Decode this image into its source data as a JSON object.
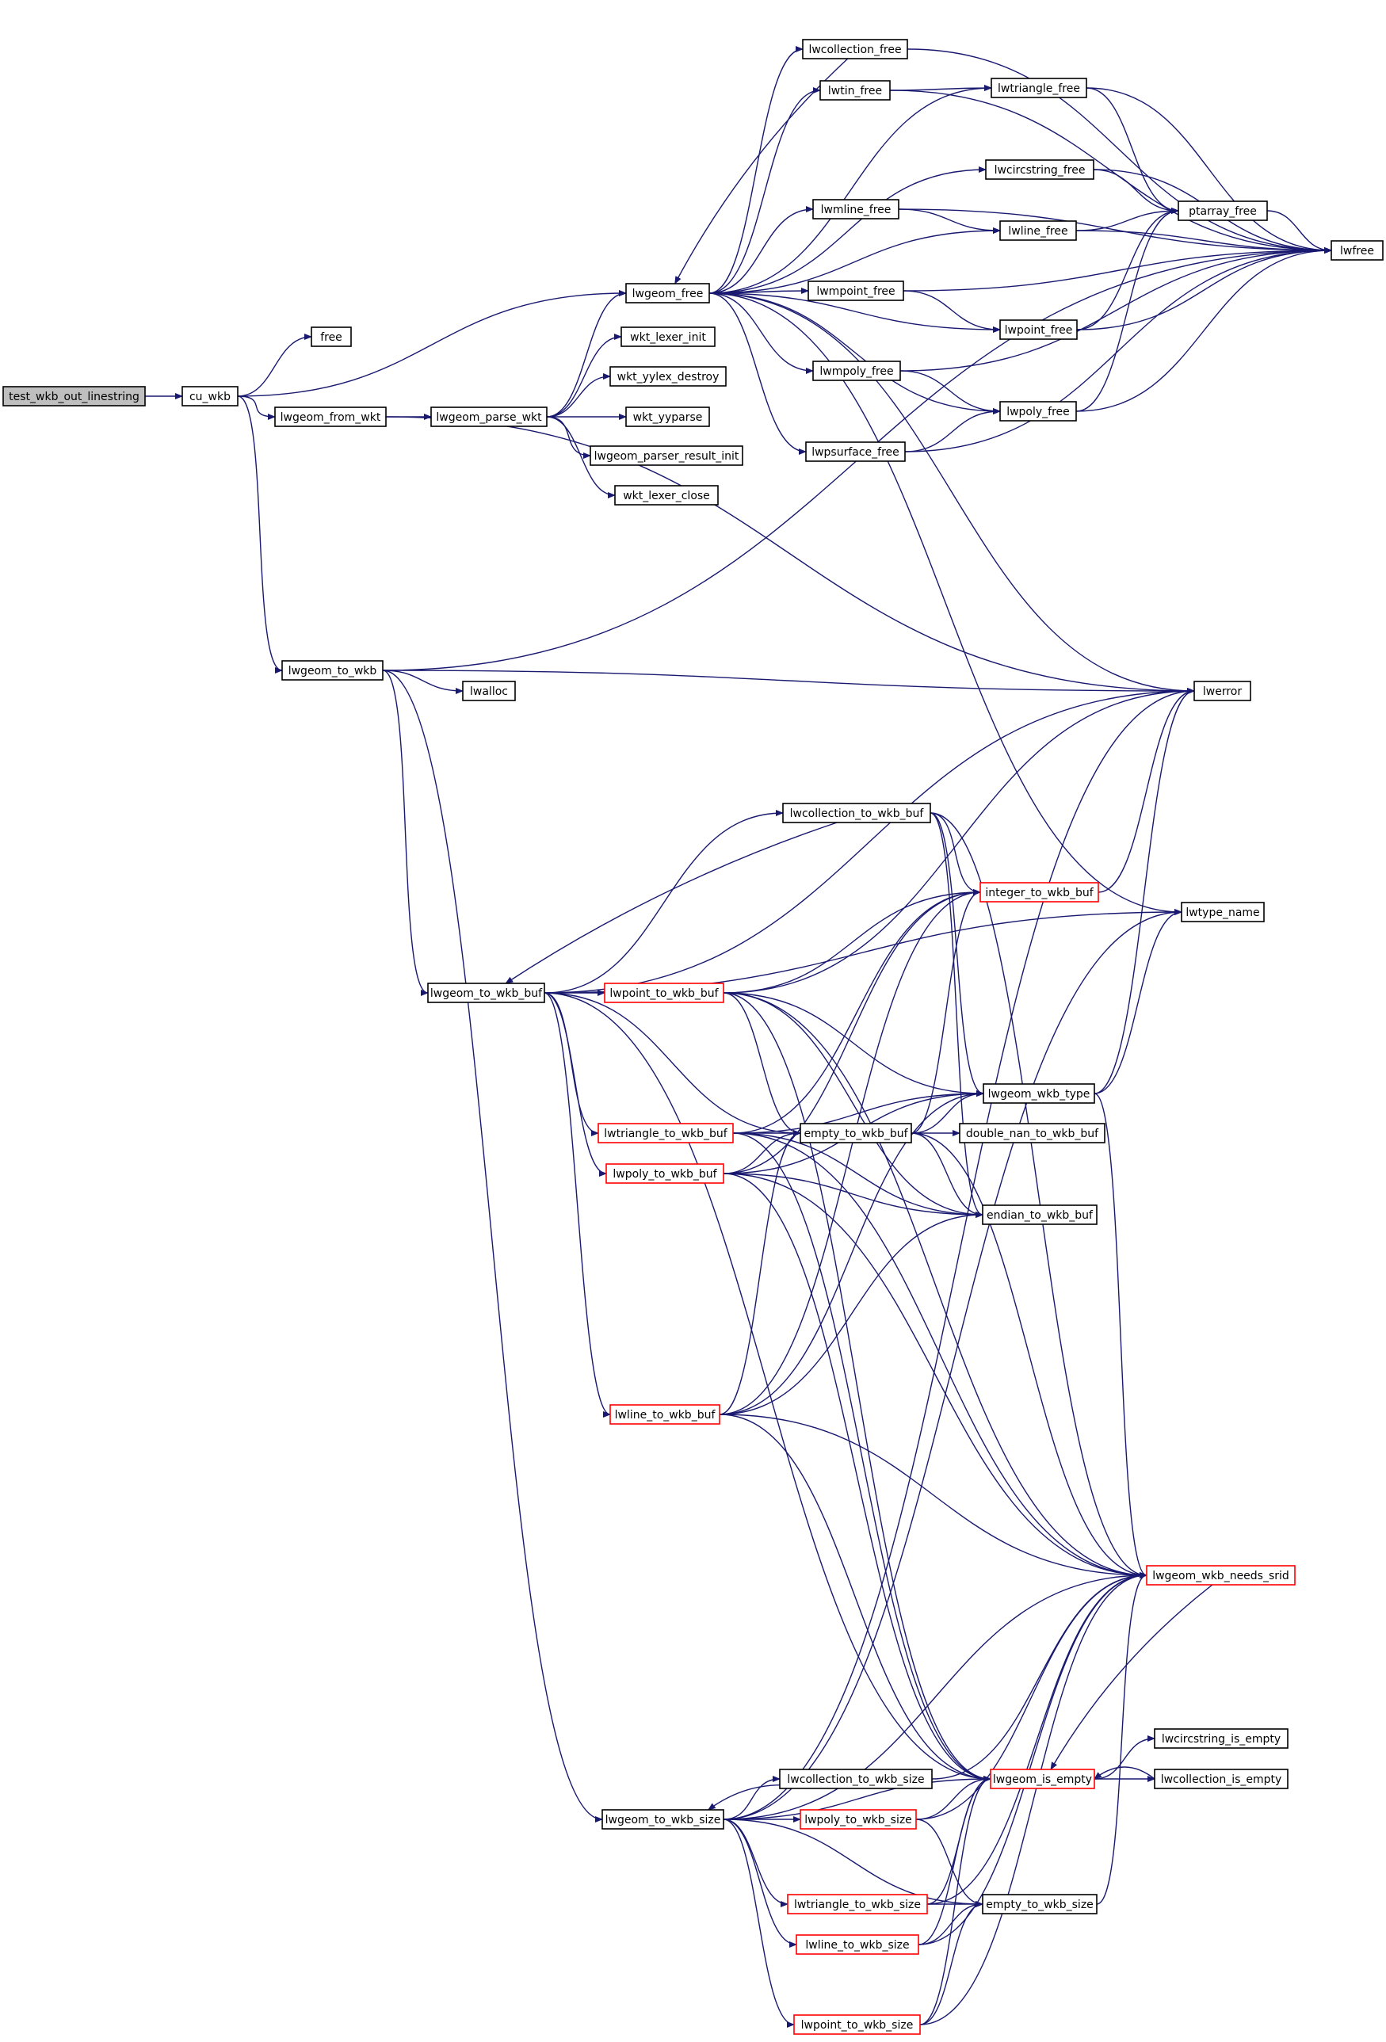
{
  "colors": {
    "edge": "#191970",
    "arrow": "#191970",
    "node_border": "#000000",
    "truncated_border": "#ff0000",
    "root_fill": "#bfbfbf",
    "background": "#ffffff"
  },
  "nodes": [
    {
      "id": "test_wkb_out_linestring",
      "label": "test_wkb_out_linestring",
      "root": true
    },
    {
      "id": "cu_wkb",
      "label": "cu_wkb"
    },
    {
      "id": "free",
      "label": "free"
    },
    {
      "id": "lwgeom_from_wkt",
      "label": "lwgeom_from_wkt"
    },
    {
      "id": "lwgeom_free",
      "label": "lwgeom_free"
    },
    {
      "id": "lwgeom_to_wkb",
      "label": "lwgeom_to_wkb"
    },
    {
      "id": "lwgeom_parse_wkt",
      "label": "lwgeom_parse_wkt"
    },
    {
      "id": "wkt_lexer_init",
      "label": "wkt_lexer_init"
    },
    {
      "id": "wkt_yylex_destroy",
      "label": "wkt_yylex_destroy"
    },
    {
      "id": "wkt_yyparse",
      "label": "wkt_yyparse"
    },
    {
      "id": "lwgeom_parser_result_init",
      "label": "lwgeom_parser_result_init"
    },
    {
      "id": "wkt_lexer_close",
      "label": "wkt_lexer_close"
    },
    {
      "id": "lwcollection_free",
      "label": "lwcollection_free"
    },
    {
      "id": "lwtin_free",
      "label": "lwtin_free"
    },
    {
      "id": "lwtriangle_free",
      "label": "lwtriangle_free"
    },
    {
      "id": "lwcircstring_free",
      "label": "lwcircstring_free"
    },
    {
      "id": "lwmline_free",
      "label": "lwmline_free"
    },
    {
      "id": "lwline_free",
      "label": "lwline_free"
    },
    {
      "id": "ptarray_free",
      "label": "ptarray_free"
    },
    {
      "id": "lwfree",
      "label": "lwfree"
    },
    {
      "id": "lwmpoint_free",
      "label": "lwmpoint_free"
    },
    {
      "id": "lwpoint_free",
      "label": "lwpoint_free"
    },
    {
      "id": "lwmpoly_free",
      "label": "lwmpoly_free"
    },
    {
      "id": "lwpoly_free",
      "label": "lwpoly_free"
    },
    {
      "id": "lwpsurface_free",
      "label": "lwpsurface_free"
    },
    {
      "id": "lwerror",
      "label": "lwerror"
    },
    {
      "id": "lwalloc",
      "label": "lwalloc"
    },
    {
      "id": "lwcollection_to_wkb_buf",
      "label": "lwcollection_to_wkb_buf"
    },
    {
      "id": "integer_to_wkb_buf",
      "label": "integer_to_wkb_buf",
      "truncated": true
    },
    {
      "id": "lwtype_name",
      "label": "lwtype_name"
    },
    {
      "id": "lwgeom_to_wkb_buf",
      "label": "lwgeom_to_wkb_buf"
    },
    {
      "id": "lwpoint_to_wkb_buf",
      "label": "lwpoint_to_wkb_buf",
      "truncated": true
    },
    {
      "id": "lwgeom_wkb_type",
      "label": "lwgeom_wkb_type"
    },
    {
      "id": "lwtriangle_to_wkb_buf",
      "label": "lwtriangle_to_wkb_buf",
      "truncated": true
    },
    {
      "id": "empty_to_wkb_buf",
      "label": "empty_to_wkb_buf"
    },
    {
      "id": "double_nan_to_wkb_buf",
      "label": "double_nan_to_wkb_buf"
    },
    {
      "id": "lwpoly_to_wkb_buf",
      "label": "lwpoly_to_wkb_buf",
      "truncated": true
    },
    {
      "id": "endian_to_wkb_buf",
      "label": "endian_to_wkb_buf"
    },
    {
      "id": "lwline_to_wkb_buf",
      "label": "lwline_to_wkb_buf",
      "truncated": true
    },
    {
      "id": "lwgeom_wkb_needs_srid",
      "label": "lwgeom_wkb_needs_srid",
      "truncated": true
    },
    {
      "id": "lwcircstring_is_empty",
      "label": "lwcircstring_is_empty"
    },
    {
      "id": "lwcollection_to_wkb_size",
      "label": "lwcollection_to_wkb_size"
    },
    {
      "id": "lwgeom_is_empty",
      "label": "lwgeom_is_empty",
      "truncated": true
    },
    {
      "id": "lwcollection_is_empty",
      "label": "lwcollection_is_empty"
    },
    {
      "id": "lwgeom_to_wkb_size",
      "label": "lwgeom_to_wkb_size"
    },
    {
      "id": "lwpoly_to_wkb_size",
      "label": "lwpoly_to_wkb_size",
      "truncated": true
    },
    {
      "id": "lwtriangle_to_wkb_size",
      "label": "lwtriangle_to_wkb_size",
      "truncated": true
    },
    {
      "id": "empty_to_wkb_size",
      "label": "empty_to_wkb_size"
    },
    {
      "id": "lwline_to_wkb_size",
      "label": "lwline_to_wkb_size",
      "truncated": true
    },
    {
      "id": "lwpoint_to_wkb_size",
      "label": "lwpoint_to_wkb_size",
      "truncated": true
    }
  ],
  "edges": [
    [
      "test_wkb_out_linestring",
      "cu_wkb"
    ],
    [
      "cu_wkb",
      "free"
    ],
    [
      "cu_wkb",
      "lwgeom_free"
    ],
    [
      "cu_wkb",
      "lwgeom_from_wkt"
    ],
    [
      "cu_wkb",
      "lwgeom_to_wkb"
    ],
    [
      "lwgeom_from_wkt",
      "lwgeom_parse_wkt"
    ],
    [
      "lwgeom_from_wkt",
      "lwerror"
    ],
    [
      "lwgeom_parse_wkt",
      "lwgeom_free"
    ],
    [
      "lwgeom_parse_wkt",
      "wkt_lexer_init"
    ],
    [
      "lwgeom_parse_wkt",
      "wkt_yylex_destroy"
    ],
    [
      "lwgeom_parse_wkt",
      "wkt_yyparse"
    ],
    [
      "lwgeom_parse_wkt",
      "lwgeom_parser_result_init"
    ],
    [
      "lwgeom_parse_wkt",
      "wkt_lexer_close"
    ],
    [
      "lwgeom_free",
      "lwcollection_free"
    ],
    [
      "lwgeom_free",
      "lwtin_free"
    ],
    [
      "lwgeom_free",
      "lwtriangle_free"
    ],
    [
      "lwgeom_free",
      "lwcircstring_free"
    ],
    [
      "lwgeom_free",
      "lwmline_free"
    ],
    [
      "lwgeom_free",
      "lwline_free"
    ],
    [
      "lwgeom_free",
      "lwmpoint_free"
    ],
    [
      "lwgeom_free",
      "lwpoint_free"
    ],
    [
      "lwgeom_free",
      "lwmpoly_free"
    ],
    [
      "lwgeom_free",
      "lwpoly_free"
    ],
    [
      "lwgeom_free",
      "lwpsurface_free"
    ],
    [
      "lwgeom_free",
      "lwerror"
    ],
    [
      "lwgeom_free",
      "lwtype_name"
    ],
    [
      "lwcollection_free",
      "lwgeom_free"
    ],
    [
      "lwcollection_free",
      "lwfree"
    ],
    [
      "lwtin_free",
      "lwtriangle_free"
    ],
    [
      "lwtin_free",
      "lwfree"
    ],
    [
      "lwtriangle_free",
      "ptarray_free"
    ],
    [
      "lwtriangle_free",
      "lwfree"
    ],
    [
      "lwcircstring_free",
      "ptarray_free"
    ],
    [
      "lwcircstring_free",
      "lwfree"
    ],
    [
      "lwmline_free",
      "lwline_free"
    ],
    [
      "lwmline_free",
      "lwfree"
    ],
    [
      "lwline_free",
      "ptarray_free"
    ],
    [
      "lwline_free",
      "lwfree"
    ],
    [
      "ptarray_free",
      "lwfree"
    ],
    [
      "lwmpoint_free",
      "lwpoint_free"
    ],
    [
      "lwmpoint_free",
      "lwfree"
    ],
    [
      "lwpoint_free",
      "ptarray_free"
    ],
    [
      "lwpoint_free",
      "lwfree"
    ],
    [
      "lwmpoly_free",
      "lwpoly_free"
    ],
    [
      "lwmpoly_free",
      "lwfree"
    ],
    [
      "lwpoly_free",
      "ptarray_free"
    ],
    [
      "lwpoly_free",
      "lwfree"
    ],
    [
      "lwpsurface_free",
      "lwpoly_free"
    ],
    [
      "lwpsurface_free",
      "lwfree"
    ],
    [
      "lwgeom_to_wkb",
      "lwfree"
    ],
    [
      "lwgeom_to_wkb",
      "lwerror"
    ],
    [
      "lwgeom_to_wkb",
      "lwalloc"
    ],
    [
      "lwgeom_to_wkb",
      "lwgeom_to_wkb_buf"
    ],
    [
      "lwgeom_to_wkb",
      "lwgeom_to_wkb_size"
    ],
    [
      "lwgeom_to_wkb_buf",
      "lwcollection_to_wkb_buf"
    ],
    [
      "lwgeom_to_wkb_buf",
      "lwpoint_to_wkb_buf"
    ],
    [
      "lwgeom_to_wkb_buf",
      "lwtriangle_to_wkb_buf"
    ],
    [
      "lwgeom_to_wkb_buf",
      "lwpoly_to_wkb_buf"
    ],
    [
      "lwgeom_to_wkb_buf",
      "lwline_to_wkb_buf"
    ],
    [
      "lwgeom_to_wkb_buf",
      "empty_to_wkb_buf"
    ],
    [
      "lwgeom_to_wkb_buf",
      "lwgeom_is_empty"
    ],
    [
      "lwgeom_to_wkb_buf",
      "lwerror"
    ],
    [
      "lwgeom_to_wkb_buf",
      "lwtype_name"
    ],
    [
      "lwcollection_to_wkb_buf",
      "lwgeom_to_wkb_buf"
    ],
    [
      "lwcollection_to_wkb_buf",
      "integer_to_wkb_buf"
    ],
    [
      "lwcollection_to_wkb_buf",
      "lwgeom_wkb_type"
    ],
    [
      "lwcollection_to_wkb_buf",
      "endian_to_wkb_buf"
    ],
    [
      "lwcollection_to_wkb_buf",
      "lwgeom_wkb_needs_srid"
    ],
    [
      "integer_to_wkb_buf",
      "lwerror"
    ],
    [
      "lwpoint_to_wkb_buf",
      "integer_to_wkb_buf"
    ],
    [
      "lwpoint_to_wkb_buf",
      "lwgeom_wkb_type"
    ],
    [
      "lwpoint_to_wkb_buf",
      "empty_to_wkb_buf"
    ],
    [
      "lwpoint_to_wkb_buf",
      "endian_to_wkb_buf"
    ],
    [
      "lwpoint_to_wkb_buf",
      "lwgeom_wkb_needs_srid"
    ],
    [
      "lwpoint_to_wkb_buf",
      "lwgeom_is_empty"
    ],
    [
      "lwpoint_to_wkb_buf",
      "lwerror"
    ],
    [
      "lwtriangle_to_wkb_buf",
      "integer_to_wkb_buf"
    ],
    [
      "lwtriangle_to_wkb_buf",
      "lwgeom_wkb_type"
    ],
    [
      "lwtriangle_to_wkb_buf",
      "empty_to_wkb_buf"
    ],
    [
      "lwtriangle_to_wkb_buf",
      "endian_to_wkb_buf"
    ],
    [
      "lwtriangle_to_wkb_buf",
      "lwgeom_wkb_needs_srid"
    ],
    [
      "lwtriangle_to_wkb_buf",
      "lwgeom_is_empty"
    ],
    [
      "lwpoly_to_wkb_buf",
      "integer_to_wkb_buf"
    ],
    [
      "lwpoly_to_wkb_buf",
      "lwgeom_wkb_type"
    ],
    [
      "lwpoly_to_wkb_buf",
      "empty_to_wkb_buf"
    ],
    [
      "lwpoly_to_wkb_buf",
      "endian_to_wkb_buf"
    ],
    [
      "lwpoly_to_wkb_buf",
      "lwgeom_wkb_needs_srid"
    ],
    [
      "lwpoly_to_wkb_buf",
      "lwgeom_is_empty"
    ],
    [
      "lwline_to_wkb_buf",
      "integer_to_wkb_buf"
    ],
    [
      "lwline_to_wkb_buf",
      "lwgeom_wkb_type"
    ],
    [
      "lwline_to_wkb_buf",
      "empty_to_wkb_buf"
    ],
    [
      "lwline_to_wkb_buf",
      "endian_to_wkb_buf"
    ],
    [
      "lwline_to_wkb_buf",
      "lwgeom_wkb_needs_srid"
    ],
    [
      "lwline_to_wkb_buf",
      "lwgeom_is_empty"
    ],
    [
      "empty_to_wkb_buf",
      "lwgeom_wkb_type"
    ],
    [
      "empty_to_wkb_buf",
      "double_nan_to_wkb_buf"
    ],
    [
      "empty_to_wkb_buf",
      "endian_to_wkb_buf"
    ],
    [
      "empty_to_wkb_buf",
      "integer_to_wkb_buf"
    ],
    [
      "empty_to_wkb_buf",
      "lwgeom_wkb_needs_srid"
    ],
    [
      "lwgeom_wkb_type",
      "lwerror"
    ],
    [
      "lwgeom_wkb_type",
      "lwtype_name"
    ],
    [
      "lwgeom_wkb_type",
      "lwgeom_wkb_needs_srid"
    ],
    [
      "lwgeom_wkb_needs_srid",
      "lwgeom_is_empty"
    ],
    [
      "lwgeom_is_empty",
      "lwcircstring_is_empty"
    ],
    [
      "lwgeom_is_empty",
      "lwcollection_is_empty"
    ],
    [
      "lwcollection_is_empty",
      "lwgeom_is_empty"
    ],
    [
      "lwgeom_to_wkb_size",
      "lwcollection_to_wkb_size"
    ],
    [
      "lwgeom_to_wkb_size",
      "lwpoly_to_wkb_size"
    ],
    [
      "lwgeom_to_wkb_size",
      "lwtriangle_to_wkb_size"
    ],
    [
      "lwgeom_to_wkb_size",
      "lwline_to_wkb_size"
    ],
    [
      "lwgeom_to_wkb_size",
      "lwpoint_to_wkb_size"
    ],
    [
      "lwgeom_to_wkb_size",
      "empty_to_wkb_size"
    ],
    [
      "lwgeom_to_wkb_size",
      "lwgeom_is_empty"
    ],
    [
      "lwgeom_to_wkb_size",
      "lwgeom_wkb_needs_srid"
    ],
    [
      "lwgeom_to_wkb_size",
      "lwerror"
    ],
    [
      "lwgeom_to_wkb_size",
      "lwtype_name"
    ],
    [
      "lwcollection_to_wkb_size",
      "lwgeom_to_wkb_size"
    ],
    [
      "lwcollection_to_wkb_size",
      "lwgeom_wkb_needs_srid"
    ],
    [
      "lwpoly_to_wkb_size",
      "lwgeom_is_empty"
    ],
    [
      "lwpoly_to_wkb_size",
      "empty_to_wkb_size"
    ],
    [
      "lwpoly_to_wkb_size",
      "lwgeom_wkb_needs_srid"
    ],
    [
      "lwtriangle_to_wkb_size",
      "lwgeom_is_empty"
    ],
    [
      "lwtriangle_to_wkb_size",
      "empty_to_wkb_size"
    ],
    [
      "lwtriangle_to_wkb_size",
      "lwgeom_wkb_needs_srid"
    ],
    [
      "lwline_to_wkb_size",
      "lwgeom_is_empty"
    ],
    [
      "lwline_to_wkb_size",
      "empty_to_wkb_size"
    ],
    [
      "lwline_to_wkb_size",
      "lwgeom_wkb_needs_srid"
    ],
    [
      "lwpoint_to_wkb_size",
      "lwgeom_is_empty"
    ],
    [
      "lwpoint_to_wkb_size",
      "empty_to_wkb_size"
    ],
    [
      "lwpoint_to_wkb_size",
      "lwgeom_wkb_needs_srid"
    ],
    [
      "empty_to_wkb_size",
      "lwgeom_wkb_needs_srid"
    ]
  ]
}
